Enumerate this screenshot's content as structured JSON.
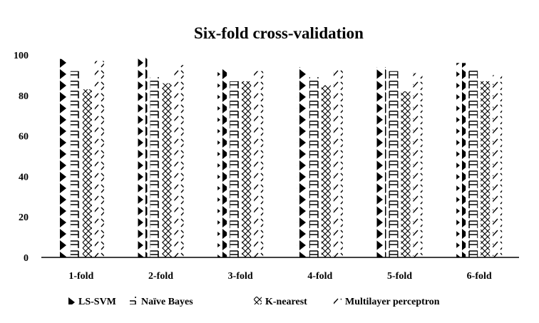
{
  "chart_data": {
    "type": "bar",
    "title": "Six-fold cross-validation",
    "xlabel": "",
    "ylabel": "",
    "categories": [
      "1-fold",
      "2-fold",
      "3-fold",
      "4-fold",
      "5-fold",
      "6-fold"
    ],
    "ylim": [
      0,
      100
    ],
    "yticks": [
      0,
      20,
      40,
      60,
      80,
      100
    ],
    "grid": false,
    "legend_position": "bottom",
    "series": [
      {
        "name": "LS-SVM",
        "values": [
          98,
          99,
          93,
          94,
          94,
          96
        ],
        "pattern": "black-triangles"
      },
      {
        "name": "Naïve Bayes",
        "values": [
          92,
          89,
          87,
          89,
          92,
          93
        ],
        "pattern": "brackets"
      },
      {
        "name": "K-nearest",
        "values": [
          83,
          86,
          87,
          85,
          82,
          87
        ],
        "pattern": "cross-hatch"
      },
      {
        "name": "Multilayer perceptron",
        "values": [
          97,
          95,
          92,
          93,
          91,
          90
        ],
        "pattern": "slashes"
      }
    ]
  }
}
